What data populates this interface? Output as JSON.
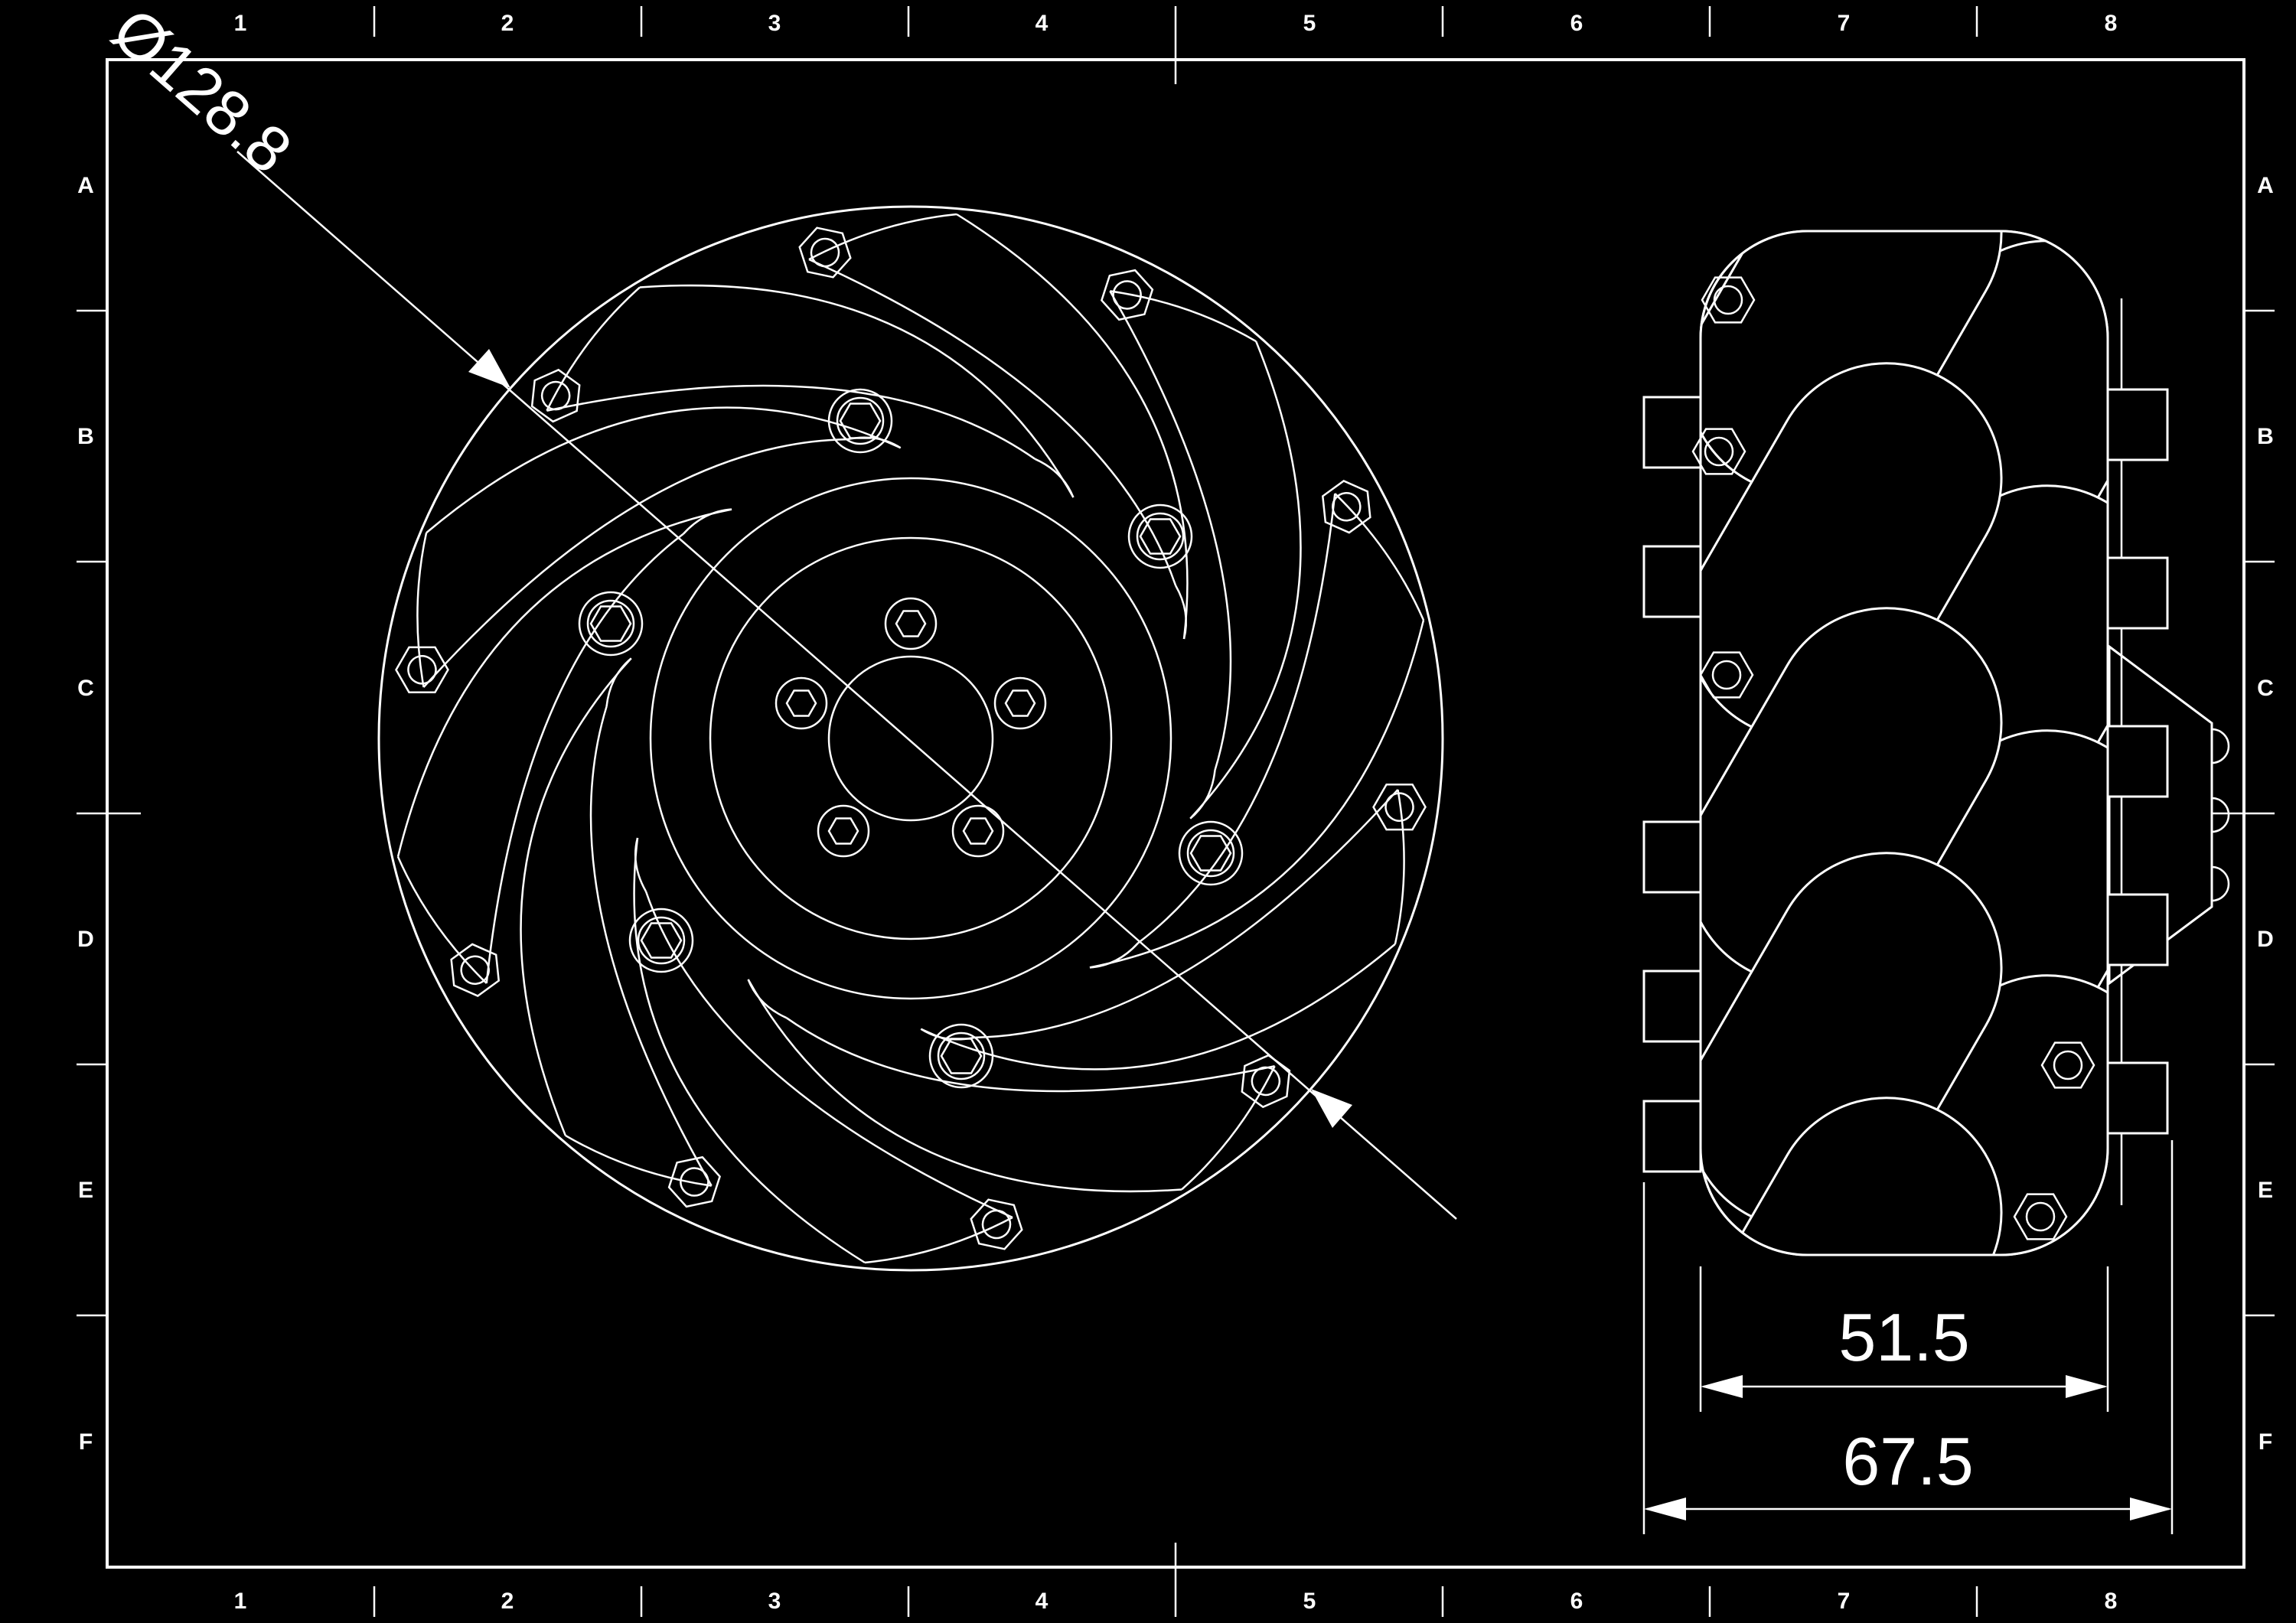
{
  "drawing": {
    "background_color": "#000000",
    "line_color": "#ffffff"
  },
  "grid": {
    "columns": [
      "1",
      "2",
      "3",
      "4",
      "5",
      "6",
      "7",
      "8"
    ],
    "rows": [
      "A",
      "B",
      "C",
      "D",
      "E",
      "F"
    ]
  },
  "dimensions": {
    "diameter_label": "Ø128.8",
    "inner_width_label": "51.5",
    "overall_width_label": "67.5"
  }
}
